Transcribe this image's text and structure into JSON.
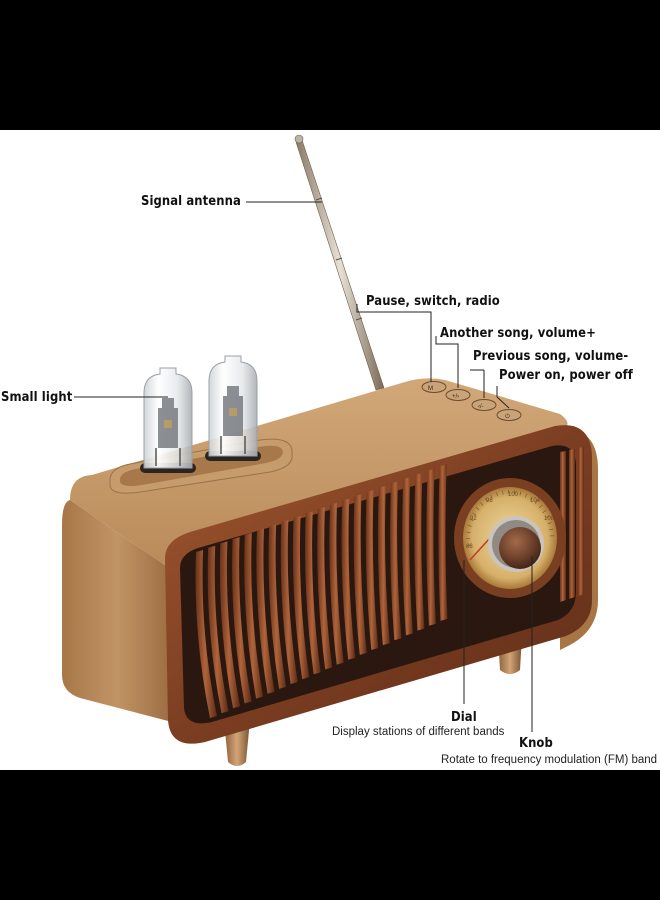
{
  "labels": {
    "signal_antenna": "Signal antenna",
    "pause_switch_radio": "Pause, switch, radio",
    "another_song_volume_up": "Another song, volume+",
    "previous_song_volume_down": "Previous song, volume-",
    "power_on_off": "Power on, power off",
    "small_light": "Small light",
    "dial": "Dial",
    "dial_description": "Display stations of different bands",
    "knob": "Knob",
    "knob_description": "Rotate to frequency modulation (FM) band"
  },
  "dial_scale": [
    "88",
    "92",
    "96",
    "100",
    "104",
    "108"
  ],
  "colors": {
    "background_bars": "#000000",
    "panel": "#ffffff",
    "body_gold": "#b98a5a",
    "wood": "#8b4a2a",
    "grille_dark": "#2a1810",
    "dial_face": "#d9b876"
  },
  "icons": [
    "mode-button-icon",
    "next-volume-up-button-icon",
    "previous-volume-down-button-icon",
    "power-button-icon"
  ]
}
